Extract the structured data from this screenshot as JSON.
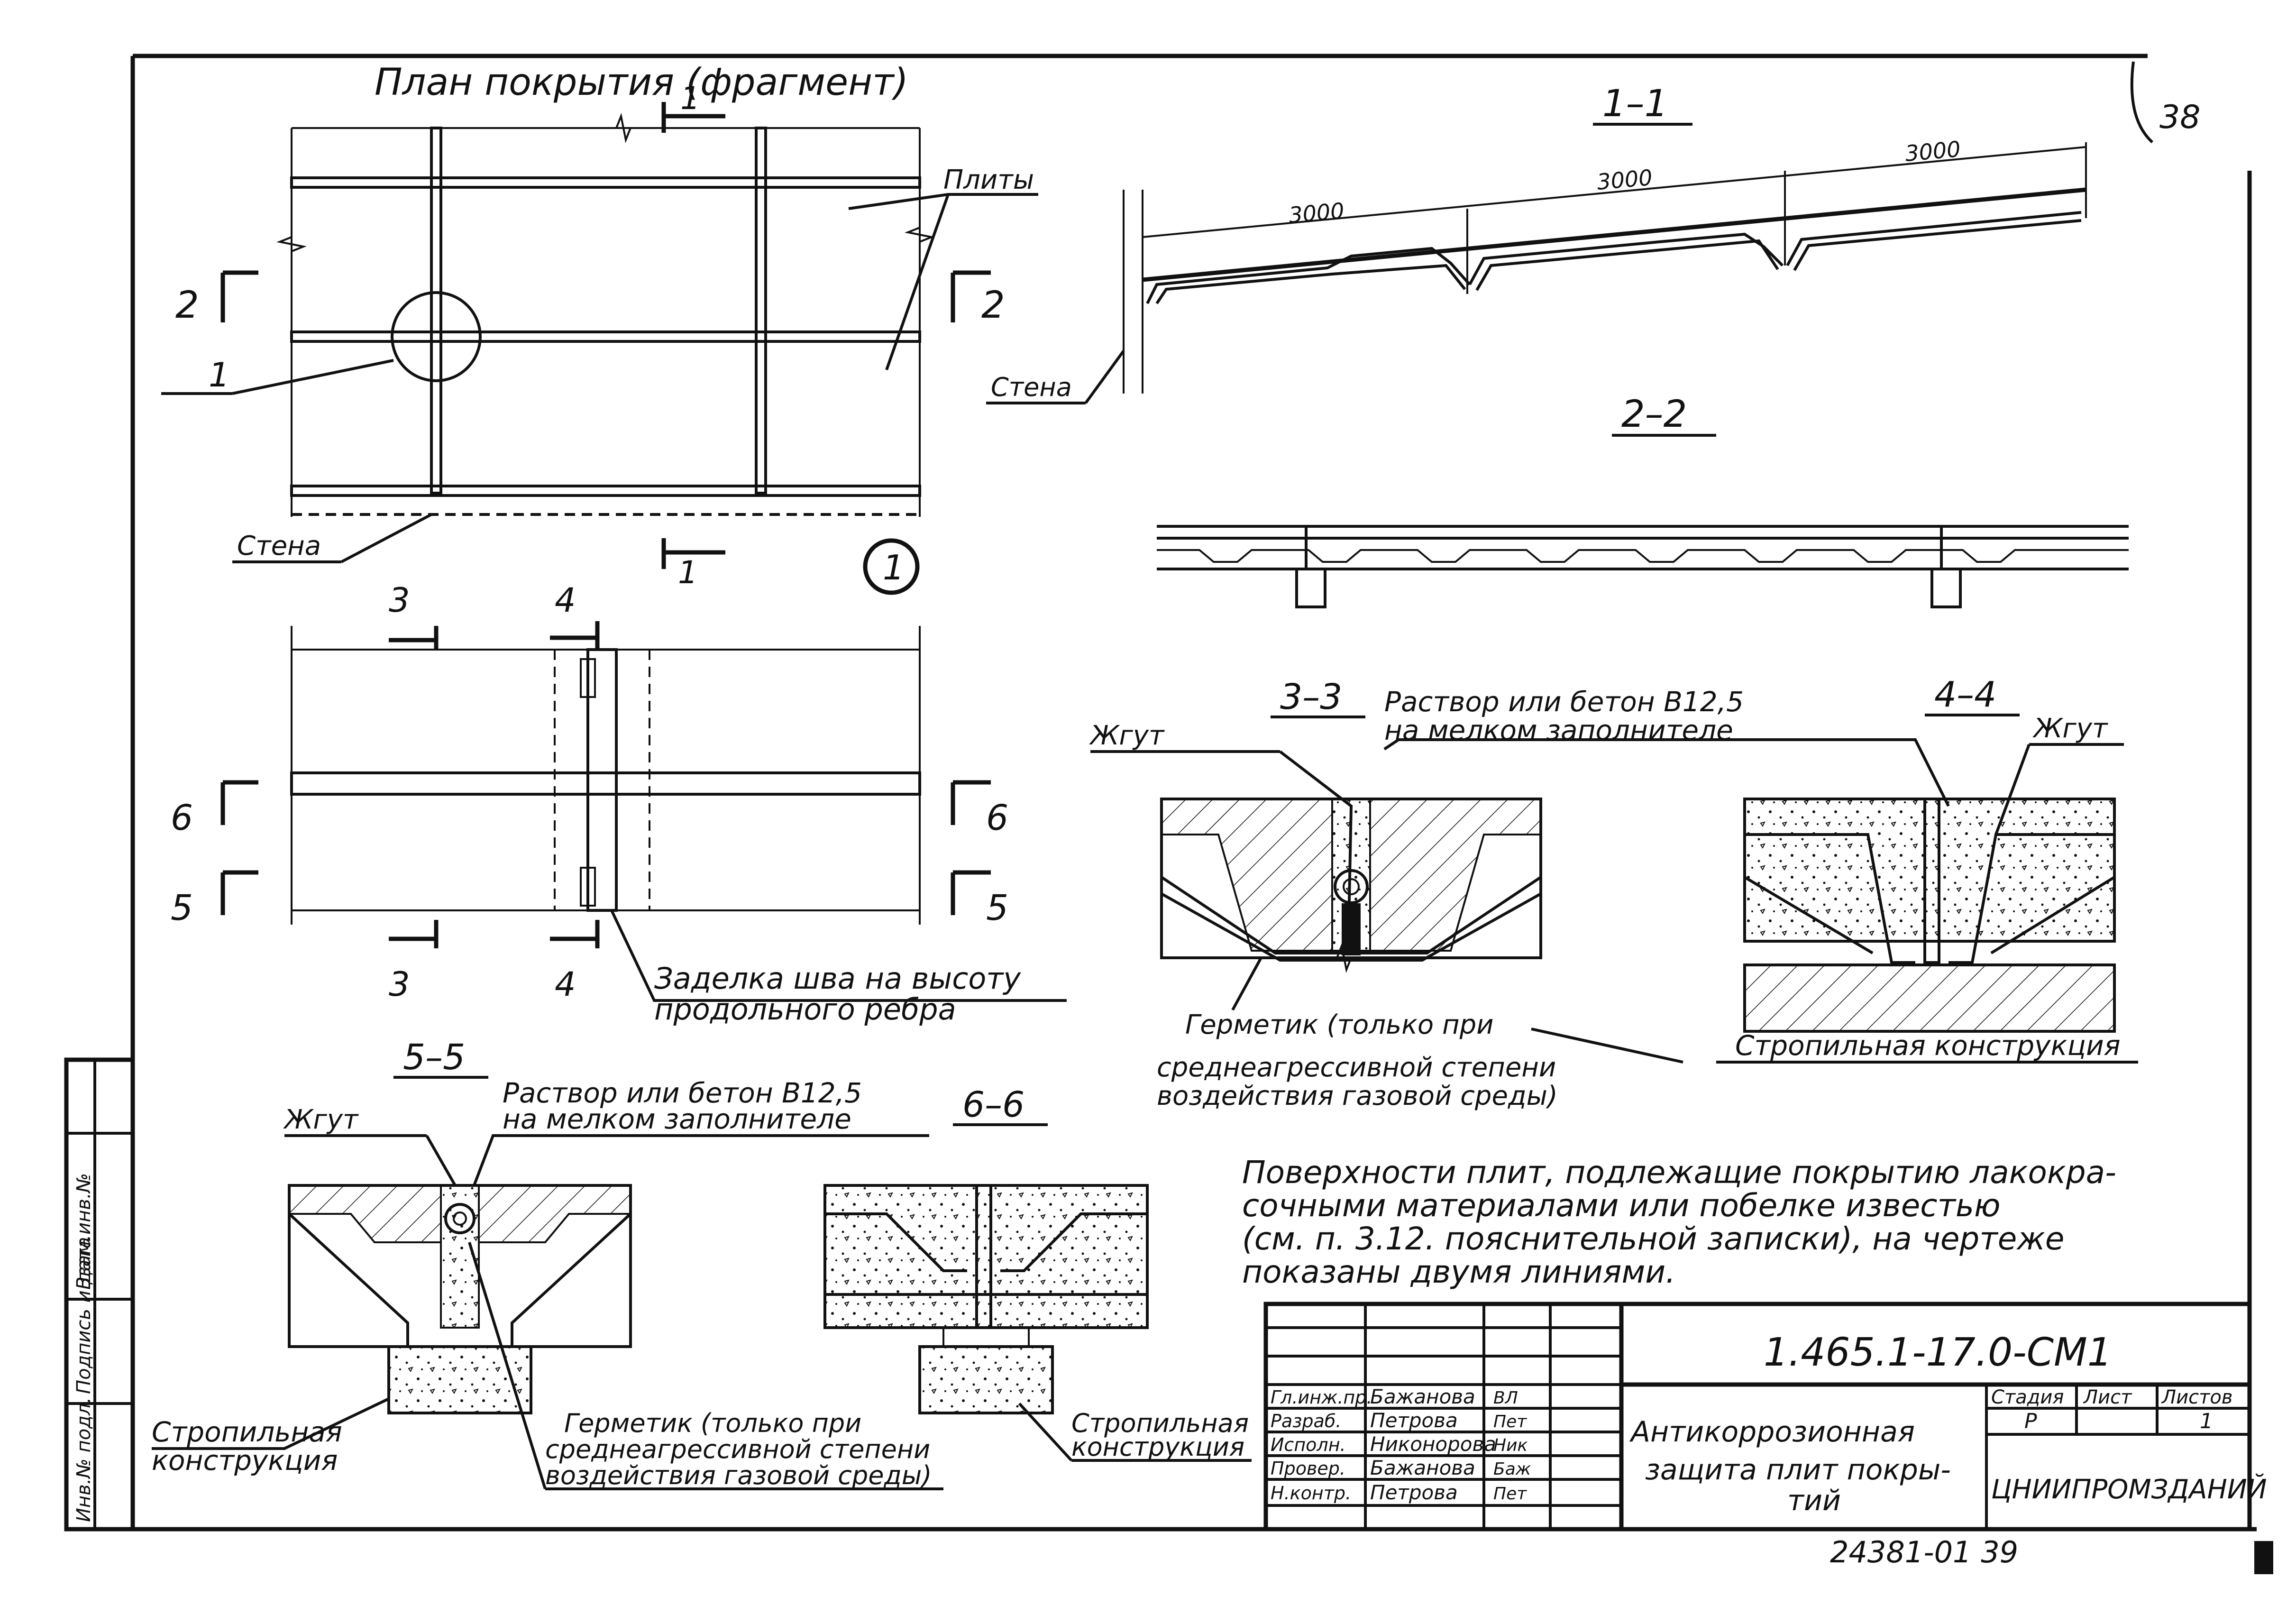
{
  "sheet_number": "38",
  "plan": {
    "title": "План покрытия (фрагмент)",
    "label_slabs": "Плиты",
    "label_wall": "Стена",
    "node": "1"
  },
  "section_marks": {
    "s1": "1",
    "s2": "2",
    "s3": "3",
    "s4": "4",
    "s5": "5",
    "s6": "6"
  },
  "section_1_1": {
    "title": "1–1",
    "dimension": "3000",
    "label_wall": "Стена"
  },
  "section_2_2": {
    "title": "2–2"
  },
  "detail_plan": {
    "seam_label_1": "Заделка шва на высоту",
    "seam_label_2": "продольного ребра"
  },
  "section_3_3": {
    "title": "3–3",
    "mortar_1": "Раствор или бетон В12,5",
    "mortar_2": "на мелком заполнителе",
    "tube": "Жгут"
  },
  "section_4_4": {
    "title": "4–4",
    "tube": "Жгут",
    "rafter": "Стропильная конструкция"
  },
  "sealant_note": {
    "line1": "Герметик (только при",
    "line2": "среднеагрессивной степени",
    "line3": "воздействия газовой среды)"
  },
  "section_5_5": {
    "title": "5–5",
    "mortar_1": "Раствор или бетон В12,5",
    "mortar_2": "на мелком заполнителе",
    "tube": "Жгут",
    "rafter_1": "Стропильная",
    "rafter_2": "конструкция",
    "sealant_1": "Герметик (только при",
    "sealant_2": "среднеагрессивной степени",
    "sealant_3": "воздействия газовой среды)"
  },
  "section_6_6": {
    "title": "6–6",
    "rafter_1": "Стропильная",
    "rafter_2": "конструкция"
  },
  "note": {
    "line1": "Поверхности плит, подлежащие покрытию лакокра-",
    "line2": "сочными материалами или побелке известью",
    "line3": "(см. п. 3.12. пояснительной записки), на чертеже",
    "line4": "показаны двумя линиями."
  },
  "title_block": {
    "code": "1.465.1-17.0-СМ1",
    "roles": [
      "Гл.инж.пр.",
      "Разраб.",
      "Исполн.",
      "Провер.",
      "Н.контр."
    ],
    "names": [
      "Бажанова",
      "Петрова",
      "Никонорова",
      "Бажанова",
      "Петрова"
    ],
    "signatures": [
      "ВЛ",
      "Пет",
      "Ник",
      "Баж",
      "Пет"
    ],
    "col_stage": "Стадия",
    "col_sheet": "Лист",
    "col_sheets": "Листов",
    "stage": "Р",
    "sheets": "1",
    "name_1": "Антикоррозионная",
    "name_2": "защита плит покры-",
    "name_3": "тий",
    "org": "ЦНИИПРОМЗДАНИЙ"
  },
  "side_stamp": [
    "Инв.№ подл.",
    "Подпись и дата",
    "Взам.инв.№"
  ],
  "bottom_code": "24381-01  39"
}
